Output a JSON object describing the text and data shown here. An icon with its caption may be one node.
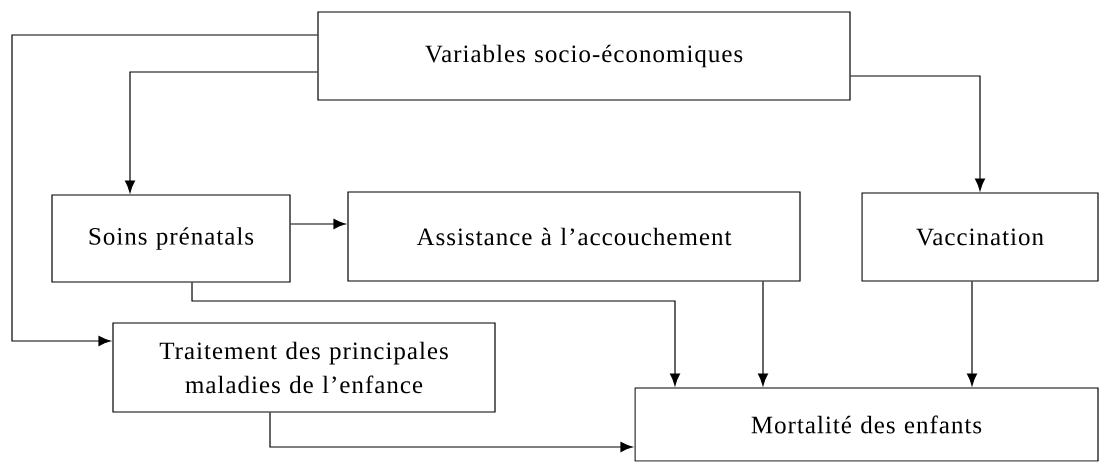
{
  "diagram": {
    "nodes": [
      {
        "text": [
          "Variables socio-économiques"
        ]
      },
      {
        "text": [
          "Soins prénatals"
        ]
      },
      {
        "text": [
          "Assistance à l’accouchement"
        ]
      },
      {
        "text": [
          "Vaccination"
        ]
      },
      {
        "text": [
          "Traitement des principales maladies de l’enfance"
        ]
      },
      {
        "text": [
          "Mortalité des enfants"
        ]
      }
    ],
    "edges": [
      {
        "from": 0,
        "to": 1,
        "arrow": "to"
      },
      {
        "from": 0,
        "to": 4,
        "arrow": "to"
      },
      {
        "from": 0,
        "to": 3,
        "arrow": "to"
      },
      {
        "from": 1,
        "to": 2,
        "arrow": "to"
      },
      {
        "from": 1,
        "to": 5,
        "arrow": "to"
      },
      {
        "from": 2,
        "to": 5,
        "arrow": "to"
      },
      {
        "from": 3,
        "to": 5,
        "arrow": "to"
      },
      {
        "from": 4,
        "to": 5,
        "arrow": "to"
      }
    ]
  }
}
